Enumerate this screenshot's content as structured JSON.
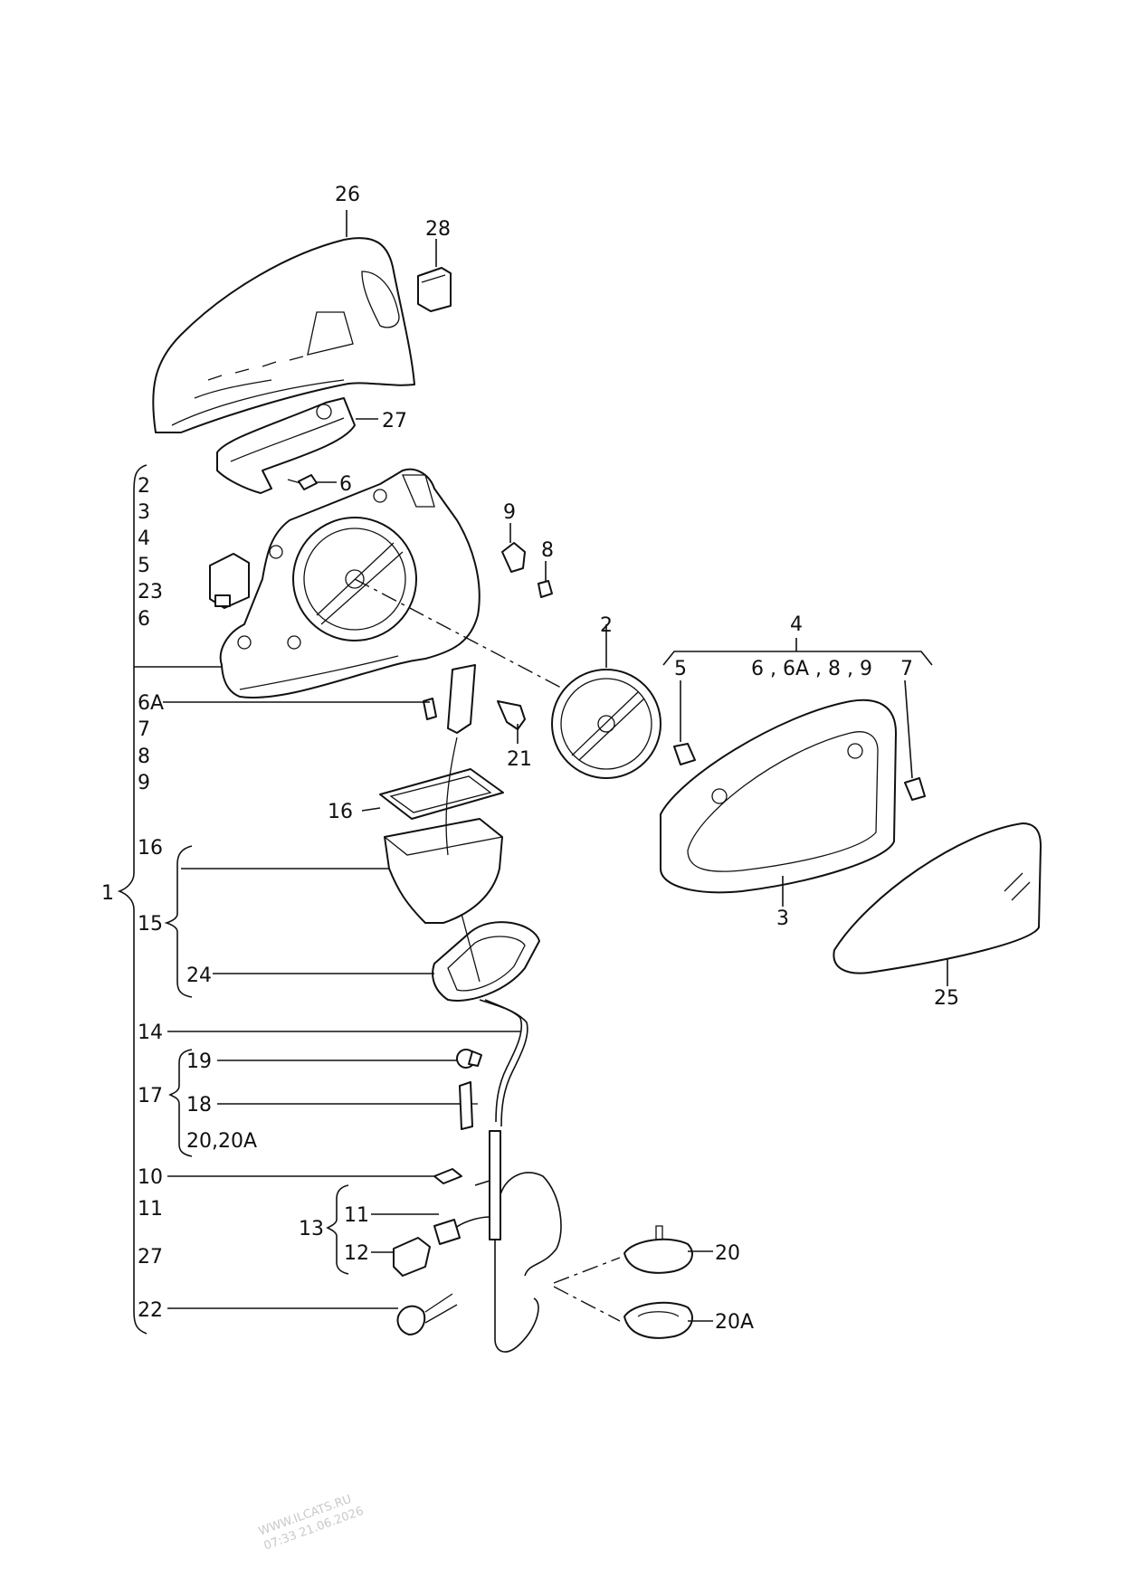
{
  "callouts": {
    "c26": "26",
    "c28": "28",
    "c27": "27",
    "c6": "6",
    "c9": "9",
    "c8": "8",
    "c2": "2",
    "c4": "4",
    "c4_sub": "6 , 6A , 8 , 9",
    "c5": "5",
    "c7": "7",
    "c21": "21",
    "c16": "16",
    "c3": "3",
    "c25": "25",
    "c20": "20",
    "c20a": "20A"
  },
  "left_list": {
    "root": "1",
    "group1": [
      "2",
      "3",
      "4",
      "5",
      "23",
      "6"
    ],
    "group2": [
      "6A",
      "7",
      "8",
      "9"
    ],
    "g15_top": "16",
    "g15_label": "15",
    "g15_bottom": "24",
    "item14": "14",
    "g17_label": "17",
    "g17_items": [
      "19",
      "18",
      "20,20A"
    ],
    "item10": "10",
    "item11": "11",
    "g13_label": "13",
    "g13_items": [
      "11",
      "12"
    ],
    "item27": "27",
    "item22": "22"
  },
  "watermark": {
    "line1": "WWW.ILCATS.RU",
    "line2": "07:33 21.06.2026"
  }
}
